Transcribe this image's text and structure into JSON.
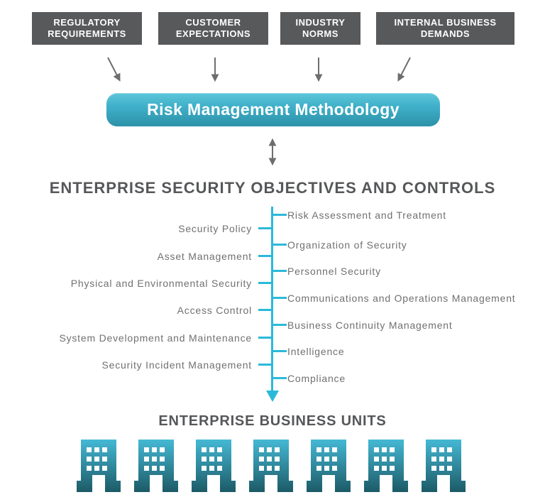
{
  "drivers": {
    "items": [
      "REGULATORY\nREQUIREMENTS",
      "CUSTOMER\nEXPECTATIONS",
      "INDUSTRY\nNORMS",
      "INTERNAL BUSINESS\nDEMANDS"
    ]
  },
  "methodology": {
    "label": "Risk Management Methodology"
  },
  "sections": {
    "controls_title": "ENTERPRISE SECURITY OBJECTIVES AND CONTROLS",
    "business_units_title": "ENTERPRISE BUSINESS UNITS"
  },
  "controls": {
    "right": [
      "Risk Assessment and Treatment",
      "Organization of Security",
      "Personnel Security",
      "Communications and Operations Management",
      "Business Continuity Management",
      "Intelligence",
      "Compliance"
    ],
    "left": [
      "Security Policy",
      "Asset Management",
      "Physical and Environmental Security",
      "Access Control",
      "System Development and Maintenance",
      "Security Incident Management"
    ]
  },
  "business_units": {
    "building_count": 7,
    "icon": "building-icon"
  },
  "colors": {
    "driver_box_gray": "#58595b",
    "accent_cyan": "#2bb9d9",
    "pill_gradient_top": "#5ec6da",
    "pill_gradient_bottom": "#2d91a8",
    "building_gradient_top": "#45b9d5",
    "building_gradient_bottom": "#1c5a66",
    "label_gray": "#6f7072",
    "heading_gray": "#565759"
  }
}
